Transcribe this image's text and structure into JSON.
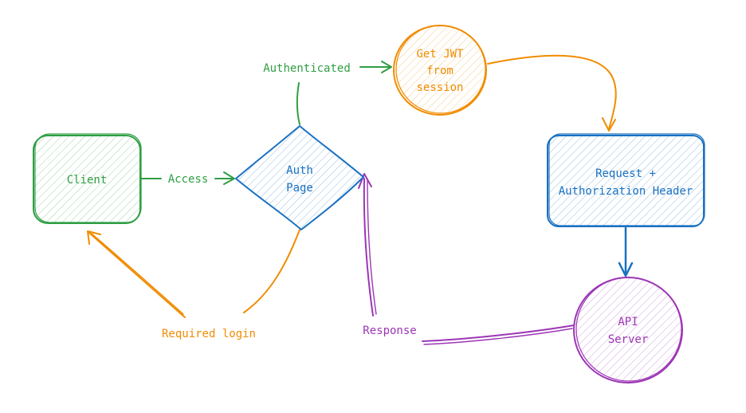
{
  "colors": {
    "green": "#2f9e44",
    "green_fill": "#b2f2bb",
    "blue": "#1971c2",
    "blue_fill": "#a5d8ff",
    "orange": "#f08c00",
    "orange_fill": "#ffec99",
    "purple": "#9c36b5",
    "purple_fill": "#eebefa"
  },
  "nodes": {
    "client": {
      "label": "Client"
    },
    "auth_page": {
      "line1": "Auth",
      "line2": "Page"
    },
    "get_jwt": {
      "line1": "Get JWT",
      "line2": "from",
      "line3": "session"
    },
    "request": {
      "line1": "Request +",
      "line2": "Authorization Header"
    },
    "api_server": {
      "line1": "API",
      "line2": "Server"
    }
  },
  "edges": {
    "access": "Access",
    "authenticated": "Authenticated",
    "required_login": "Required login",
    "response": "Response"
  }
}
